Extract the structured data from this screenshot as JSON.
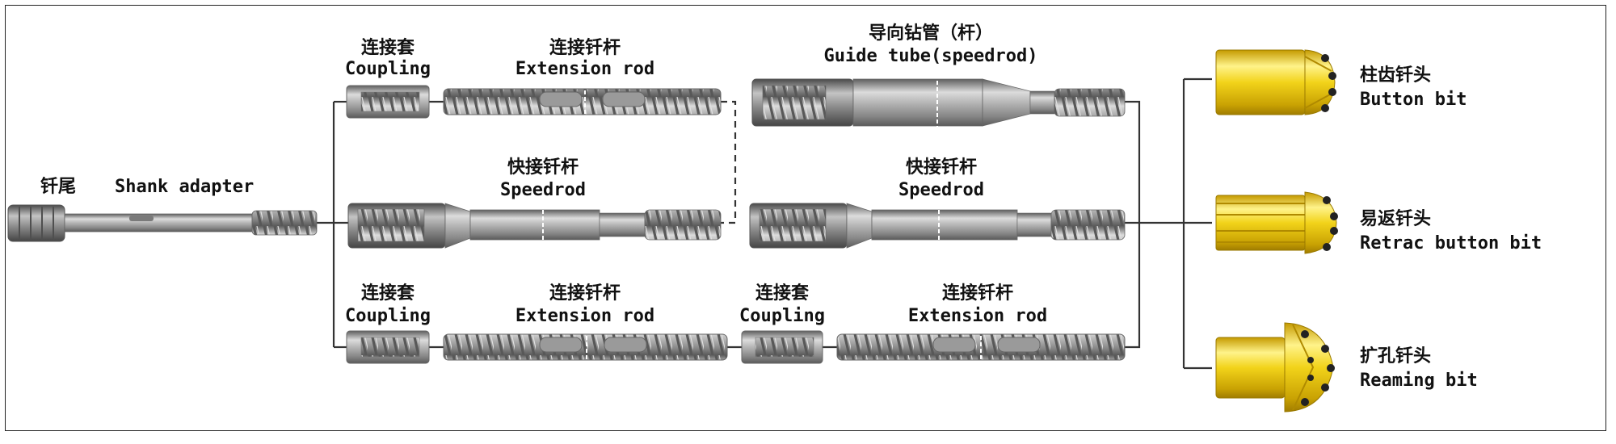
{
  "shank": {
    "zh": "钎尾",
    "en": "Shank adapter"
  },
  "top_row": {
    "coupling": {
      "zh": "连接套",
      "en": "Coupling"
    },
    "rod": {
      "zh": "连接钎杆",
      "en": "Extension rod"
    },
    "guide": {
      "zh": "导向钻管（杆）",
      "en": "Guide tube(speedrod)"
    }
  },
  "mid_row": {
    "speedrod_1": {
      "zh": "快接钎杆",
      "en": "Speedrod"
    },
    "speedrod_2": {
      "zh": "快接钎杆",
      "en": "Speedrod"
    }
  },
  "bottom_row": {
    "coupling_1": {
      "zh": "连接套",
      "en": "Coupling"
    },
    "rod_1": {
      "zh": "连接钎杆",
      "en": "Extension rod"
    },
    "coupling_2": {
      "zh": "连接套",
      "en": "Coupling"
    },
    "rod_2": {
      "zh": "连接钎杆",
      "en": "Extension rod"
    }
  },
  "bits": [
    {
      "zh": "柱齿钎头",
      "en": "Button bit"
    },
    {
      "zh": "易返钎头",
      "en": "Retrac button bit"
    },
    {
      "zh": "扩孔钎头",
      "en": "Reaming bit"
    }
  ],
  "colors": {
    "steel": "#9a9a9a",
    "bit": "#f2d31a",
    "line": "#333333",
    "border": "#222222"
  }
}
